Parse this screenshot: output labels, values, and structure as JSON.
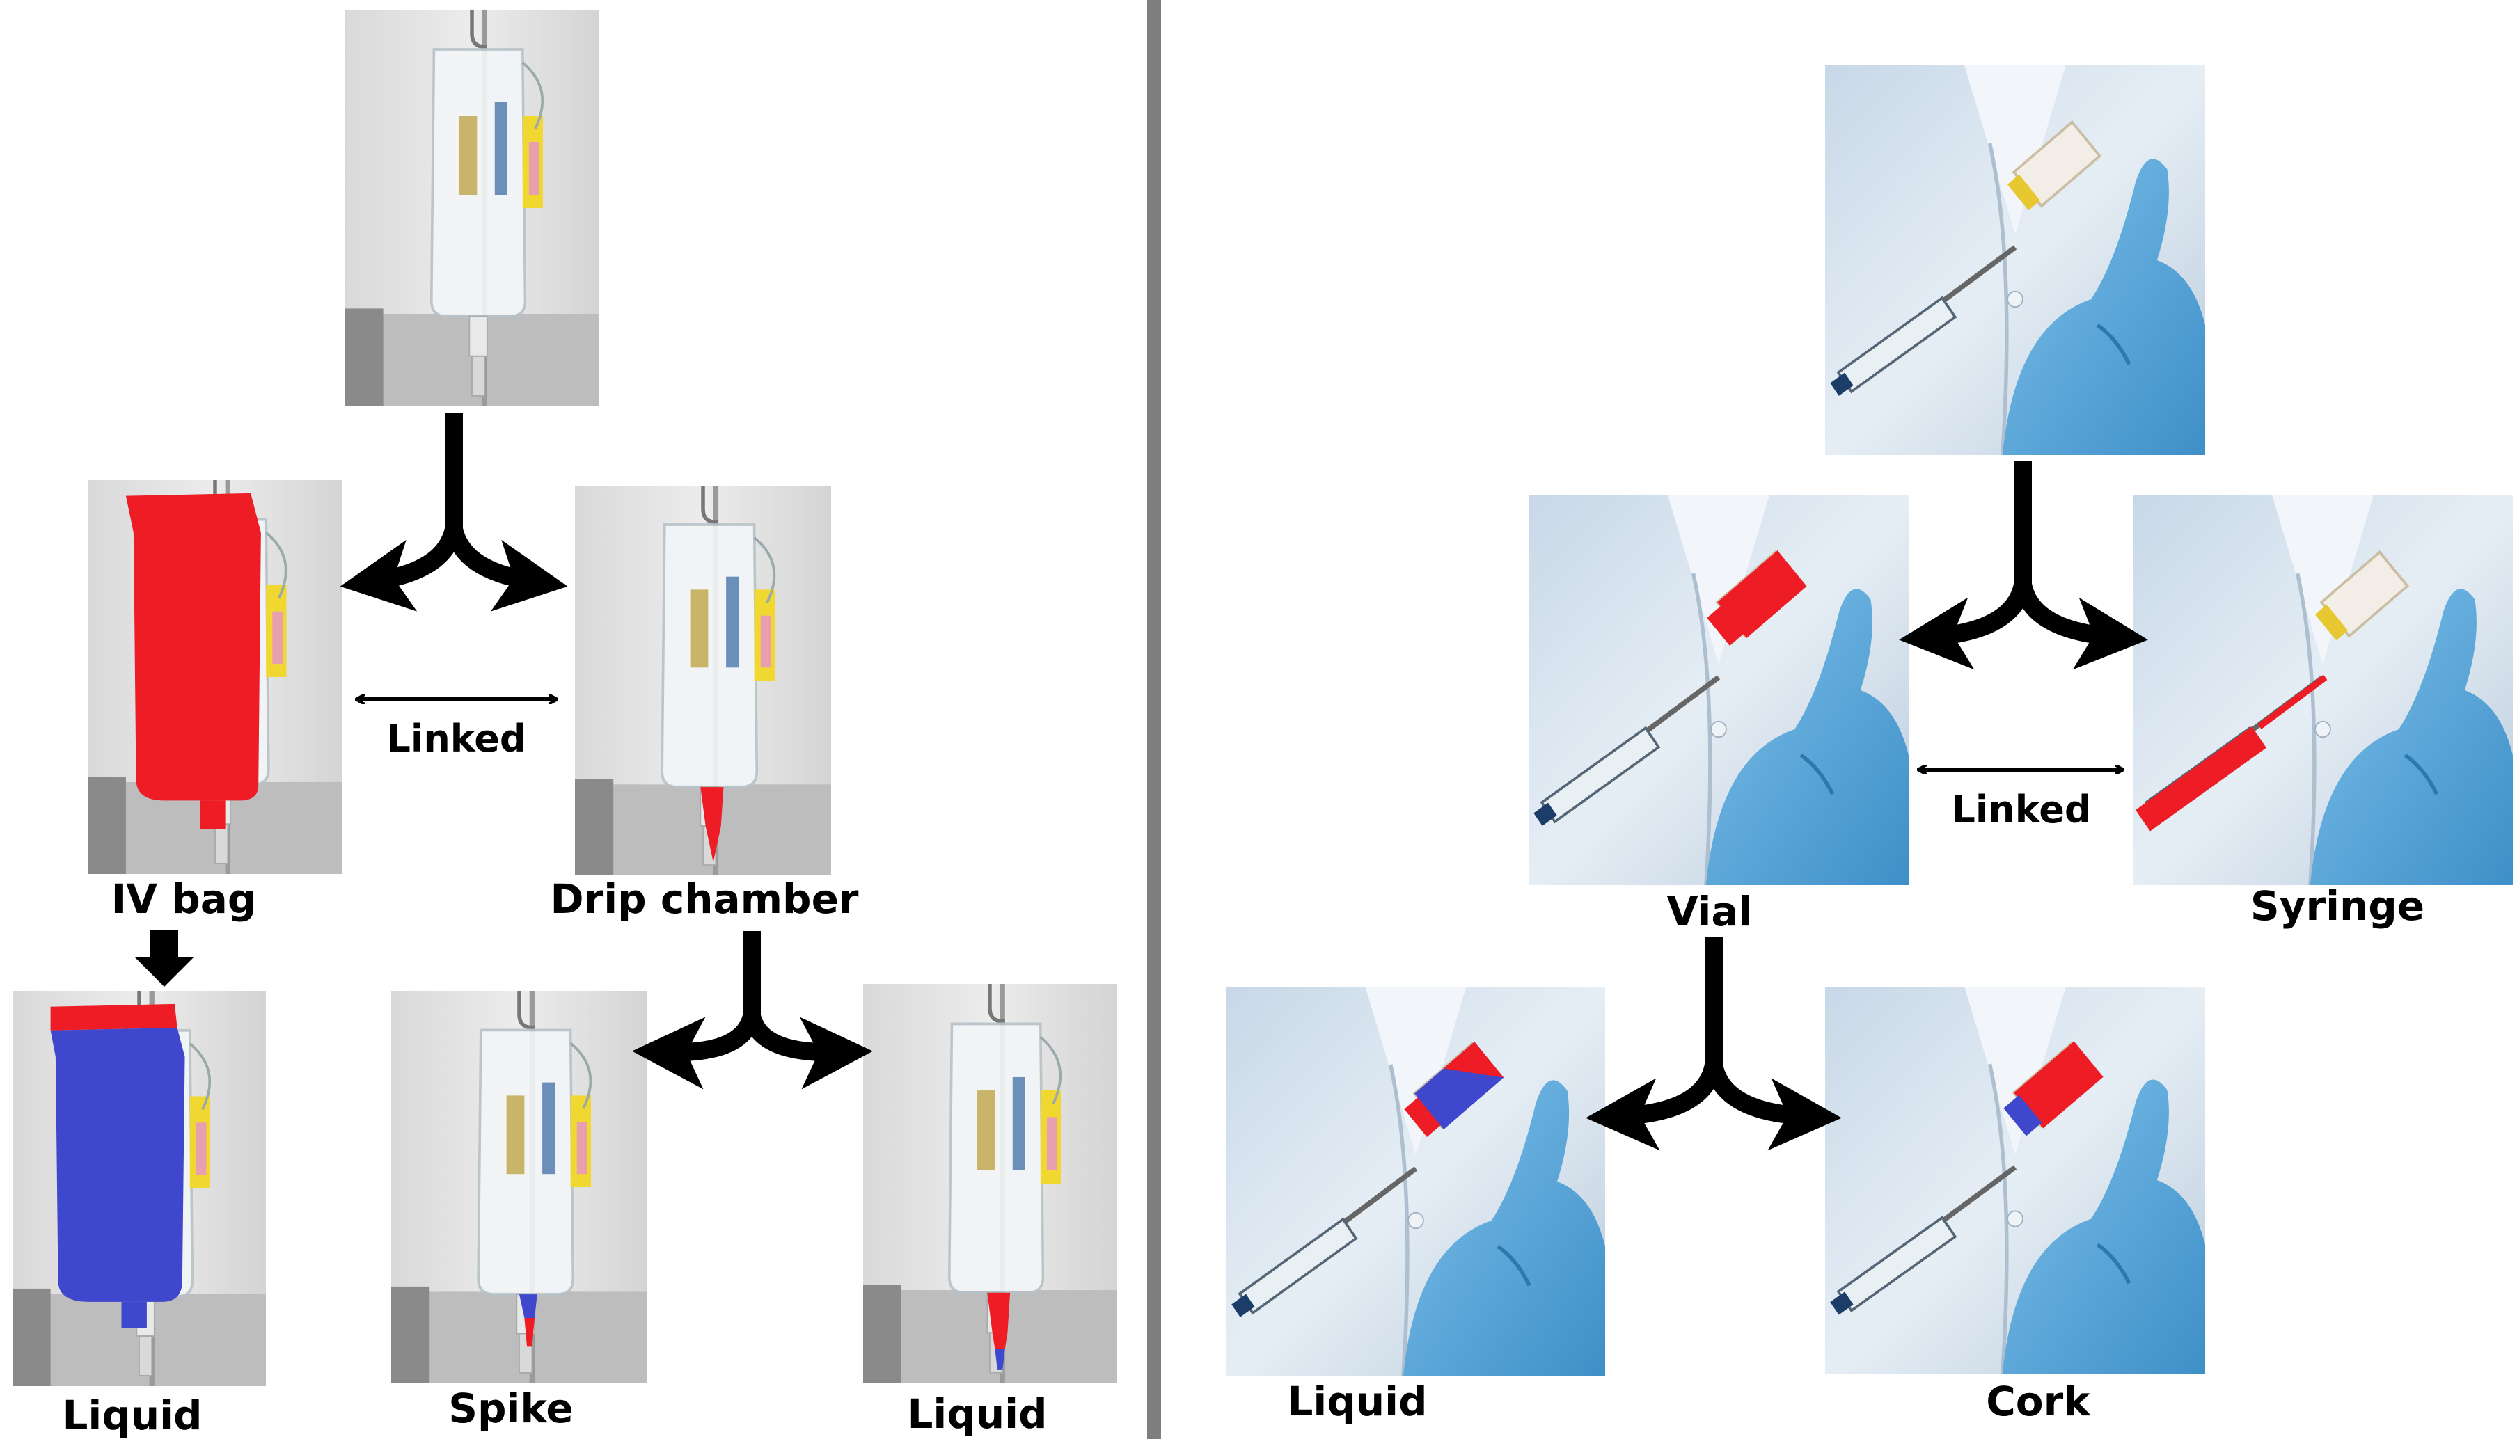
{
  "left_panel": {
    "linked_label": "Linked",
    "labels": {
      "iv_bag": "IV bag",
      "drip_chamber": "Drip chamber",
      "liquid_bag": "Liquid",
      "spike": "Spike",
      "liquid_chamber": "Liquid"
    }
  },
  "right_panel": {
    "linked_label": "Linked",
    "labels": {
      "vial": "Vial",
      "syringe": "Syringe",
      "liquid": "Liquid",
      "cork": "Cork"
    }
  },
  "colors": {
    "mask_primary": "#ee1c25",
    "mask_secondary": "#3f48cc",
    "divider": "#7f7f7f",
    "glove": "#5aa9dc"
  }
}
